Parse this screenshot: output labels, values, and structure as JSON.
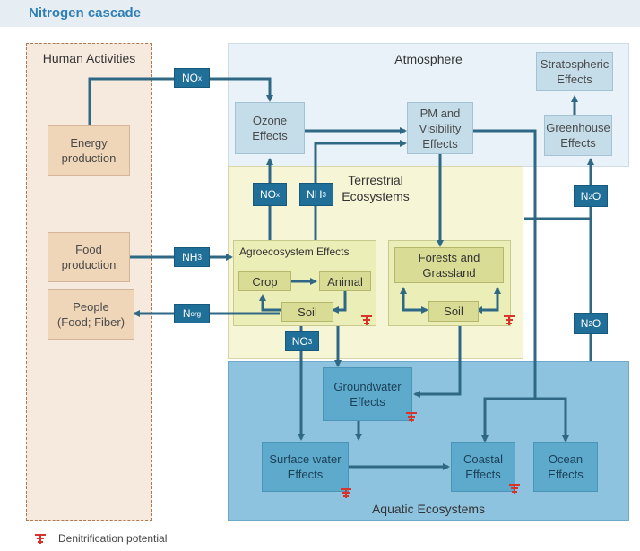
{
  "title": "Nitrogen cascade",
  "regions": {
    "human": "Human Activities",
    "atmosphere": "Atmosphere",
    "terrestrial": "Terrestrial\nEcosystems",
    "aquatic": "Aquatic Ecosystems"
  },
  "boxes": {
    "energy": "Energy\nproduction",
    "food": "Food\nproduction",
    "people": "People\n(Food; Fiber)",
    "ozone": "Ozone\nEffects",
    "pm": "PM and\nVisibility\nEffects",
    "strat": "Stratospheric\nEffects",
    "greenhouse": "Greenhouse\nEffects",
    "agro": "Agroecosystem Effects",
    "crop": "Crop",
    "animal": "Animal",
    "soil1": "Soil",
    "forests": "Forests and\nGrassland",
    "soil2": "Soil",
    "groundwater": "Groundwater\nEffects",
    "surface": "Surface water\nEffects",
    "coastal": "Coastal\nEffects",
    "ocean": "Ocean\nEffects"
  },
  "chips": {
    "nox_top": {
      "base": "NO",
      "sub": "x"
    },
    "nox_mid": {
      "base": "NO",
      "sub": "x"
    },
    "nh3_mid": {
      "base": "NH",
      "sub": "3"
    },
    "nh3_food": {
      "base": "NH",
      "sub": "3"
    },
    "norg": {
      "base": "N",
      "sub": "org"
    },
    "no3": {
      "base": "NO",
      "sub": "3"
    },
    "n2o_top": {
      "base": "N",
      "sub": "2",
      "tail": "O"
    },
    "n2o_low": {
      "base": "N",
      "sub": "2",
      "tail": "O"
    }
  },
  "legend": {
    "denitrification": "Denitrification potential"
  },
  "colors": {
    "arrow": "#2e6885",
    "denit_symbol": "#d9342b",
    "chip": "#1f6f98"
  }
}
